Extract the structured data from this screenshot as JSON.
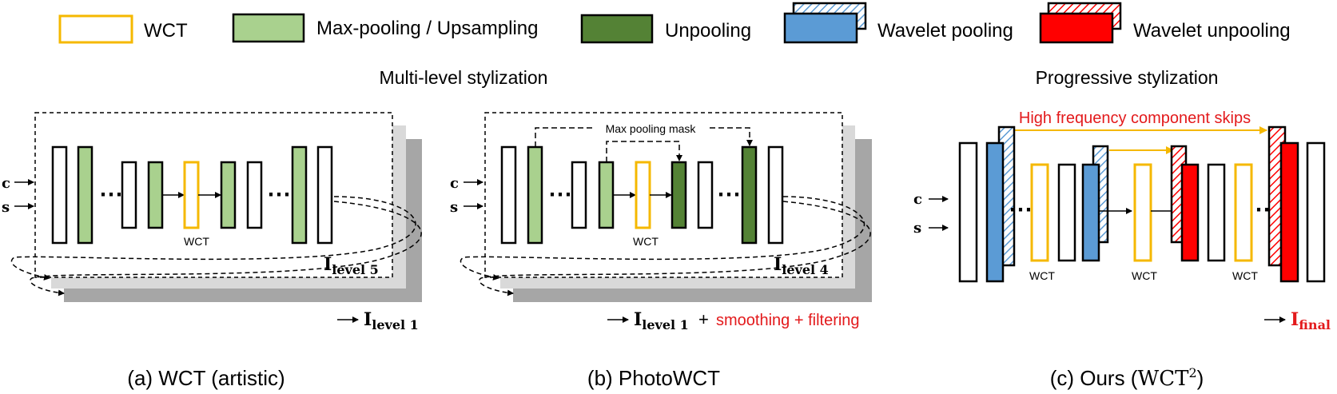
{
  "legend": {
    "wct": "WCT",
    "maxpool": "Max-pooling / Upsampling",
    "unpool": "Unpooling",
    "wavelet_pool": "Wavelet pooling",
    "wavelet_unpool": "Wavelet unpooling"
  },
  "headings": {
    "multi_level": "Multi-level stylization",
    "progressive": "Progressive stylization"
  },
  "panel_a": {
    "wct": "WCT",
    "level_base": "I",
    "level_top_sub": "level 5",
    "level_bottom_sub": "level 1",
    "caption": "(a) WCT (artistic)",
    "inputs": [
      "c",
      "s"
    ]
  },
  "panel_b": {
    "mask_label": "Max pooling mask",
    "wct": "WCT",
    "level_base": "I",
    "level_top_sub": "level 4",
    "level_bottom_sub": "level 1",
    "plus1": "+",
    "extra": "smoothing + filtering",
    "caption": "(b) PhotoWCT",
    "inputs": [
      "c",
      "s"
    ]
  },
  "panel_c": {
    "hf_label": "High frequency component skips",
    "wct": [
      "WCT",
      "WCT",
      "WCT"
    ],
    "final_base": "I",
    "final_sub": "final",
    "caption_prefix": "(c) Ours (",
    "caption_wct": "WCT",
    "caption_sup": "2",
    "caption_suffix": ")",
    "inputs": [
      "c",
      "s"
    ]
  },
  "colors": {
    "wct": "#f5b800",
    "maxpool": "#a9d18e",
    "unpool": "#548235",
    "wavelet_pool": "#5b9bd5",
    "wavelet_unpool": "#ff0000",
    "hatch_blue": "#5b9bd5",
    "hatch_red": "#ff0000",
    "highlight": "#e31a1c",
    "stack_light": "#d9d9d9",
    "stack_dark": "#a6a6a6"
  }
}
